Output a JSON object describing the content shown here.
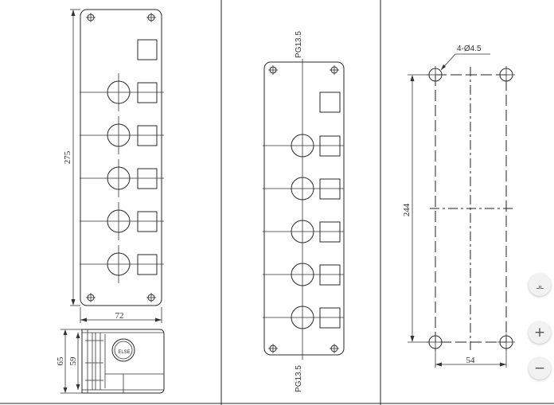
{
  "views": {
    "front": {
      "dim_height": "275",
      "dim_width": "72",
      "button_count": 5
    },
    "side": {
      "dim_total": "65",
      "dim_inner": "59",
      "label_text": "ELSE"
    },
    "gland": {
      "top_label": "PG13.5",
      "bottom_label": "PG13.5",
      "button_count": 5
    },
    "mounting": {
      "hole_label": "4-Ø4.5",
      "dim_height": "244",
      "dim_width": "54"
    }
  },
  "controls": {
    "fit_icon": "collapse-arrows-icon",
    "zoom_in_icon": "plus-icon",
    "zoom_out_icon": "minus-icon",
    "zoom_in_glyph": "+",
    "zoom_out_glyph": "−",
    "fit_glyph": "⌟⌞"
  }
}
